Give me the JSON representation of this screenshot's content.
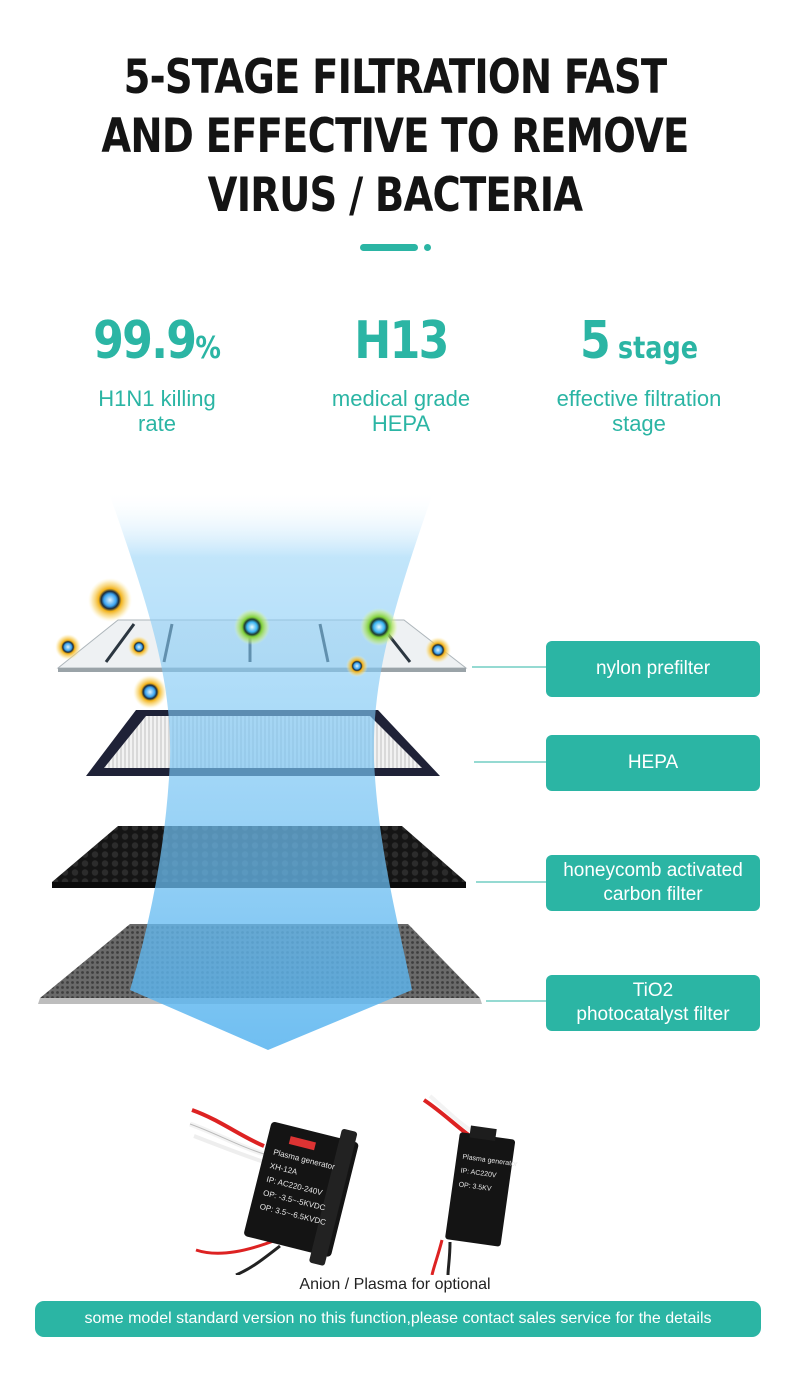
{
  "title": {
    "line1": "5-STAGE FILTRATION FAST",
    "line2": "AND EFFECTIVE TO REMOVE",
    "line3": "VIRUS / BACTERIA"
  },
  "stats": [
    {
      "value": "99.9",
      "unit": "%",
      "desc_line1": "H1N1 killing",
      "desc_line2": "rate"
    },
    {
      "value": "H13",
      "unit": "",
      "desc_line1": "medical grade",
      "desc_line2": "HEPA"
    },
    {
      "value": "5",
      "unit": " stage",
      "desc_line1": "effective filtration",
      "desc_line2": "stage"
    }
  ],
  "layers": [
    {
      "label": "nylon prefilter"
    },
    {
      "label": "HEPA"
    },
    {
      "label_line1": "honeycomb activated",
      "label_line2": "carbon filter"
    },
    {
      "label_line1": "TiO2",
      "label_line2": "photocatalyst filter"
    }
  ],
  "devices": {
    "module1_text": [
      "Plasma generator",
      "XH-12A",
      "IP: AC220-240V",
      "OP: -3.5~-5KVDC",
      "OP: 3.5~-6.5KVDC"
    ],
    "module2_text": [
      "Plasma generator",
      "IP: AC220V",
      "OP: 3.5KV"
    ],
    "caption": "Anion / Plasma for optional"
  },
  "footer": {
    "note": "some model standard version no this function,please contact sales service for the details"
  },
  "colors": {
    "accent": "#2bb5a4",
    "title": "#141414",
    "airflow": "#5fb9f2"
  }
}
